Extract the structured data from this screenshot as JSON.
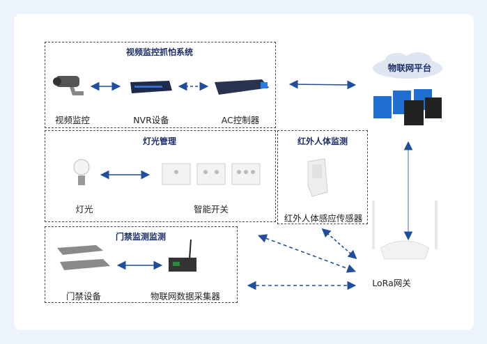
{
  "video_system": {
    "title": "视频监控抓怕系统",
    "camera": "视频监控",
    "nvr": "NVR设备",
    "ac": "AC控制器"
  },
  "light_system": {
    "title": "灯光管理",
    "bulb": "灯光",
    "switch": "智能开关"
  },
  "infrared_system": {
    "title": "红外人体监测",
    "sensor": "红外人体感应传感器"
  },
  "access_system": {
    "title": "门禁监测监测",
    "door": "门禁设备",
    "collector": "物联网数据采集器"
  },
  "iot_platform": {
    "label": "物联网平台"
  },
  "gateway": {
    "label": "LoRa网关"
  },
  "colors": {
    "arrow": "#1f4f9a",
    "title": "#1c2f6b",
    "server": "#1f6fd0"
  }
}
